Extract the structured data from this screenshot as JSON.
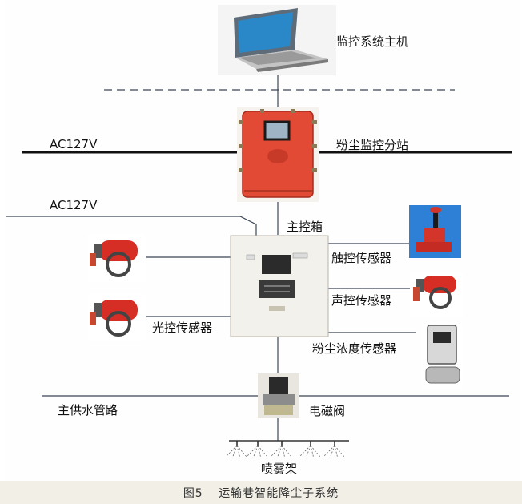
{
  "labels": {
    "host": "监控系统主机",
    "substation": "粉尘监控分站",
    "ac_top": "AC127V",
    "ac_mid": "AC127V",
    "main_box": "主控箱",
    "touch_sensor": "触控传感器",
    "sound_sensor": "声控传感器",
    "light_sensor": "光控传感器",
    "dust_sensor": "粉尘浓度传感器",
    "water_pipe": "主供水管路",
    "solenoid_valve": "电磁阀",
    "spray_rack": "喷雾架"
  },
  "caption": {
    "figure_no": "图5",
    "title": "运输巷智能降尘子系统"
  },
  "colors": {
    "line": "#3a4656",
    "thick_line": "#111111",
    "substation_red": "#e24a35",
    "extinguisher_red": "#d62d25",
    "box_panel": "#f3f1ec"
  }
}
